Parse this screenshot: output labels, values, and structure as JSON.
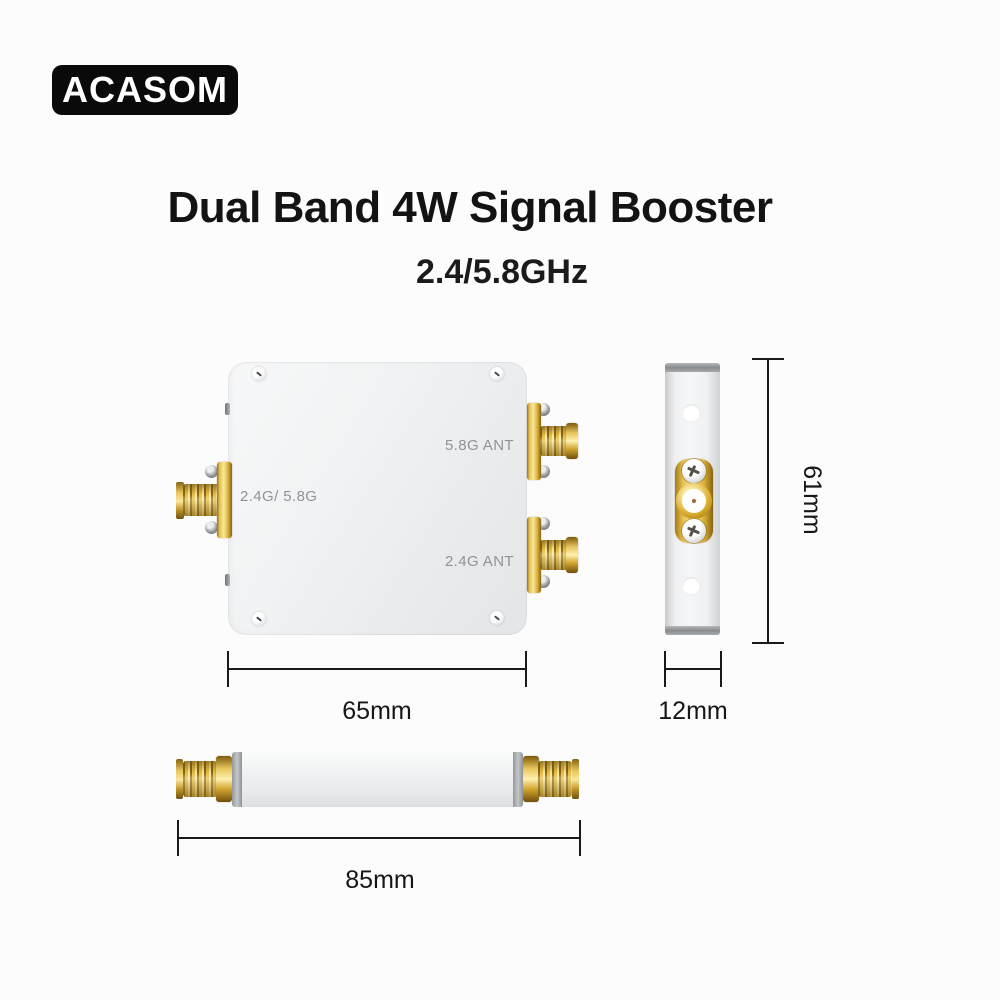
{
  "brand": {
    "logo_text": "ACASOM"
  },
  "header": {
    "title": "Dual Band 4W Signal Booster",
    "subtitle": "2.4/5.8GHz"
  },
  "front_view": {
    "port_label": "2.4G/ 5.8G",
    "ant_5g_label": "5.8G ANT",
    "ant_2g_label": "2.4G ANT",
    "width_dimension": "65mm"
  },
  "side_view": {
    "width_dimension": "12mm",
    "height_dimension": "61mm"
  },
  "bottom_view": {
    "length_dimension": "85mm"
  },
  "colors": {
    "badge_bg": "#0a0a0a",
    "badge_text": "#ffffff",
    "title_text": "#131313",
    "panel_light": "#f6f7f8",
    "panel_dark": "#e3e5e7",
    "gold": "#d9ab2a",
    "gold_dark": "#8a6410",
    "label_gray": "#8f9499",
    "dimension_line": "#1a1a1a",
    "background": "#fcfcfc"
  }
}
